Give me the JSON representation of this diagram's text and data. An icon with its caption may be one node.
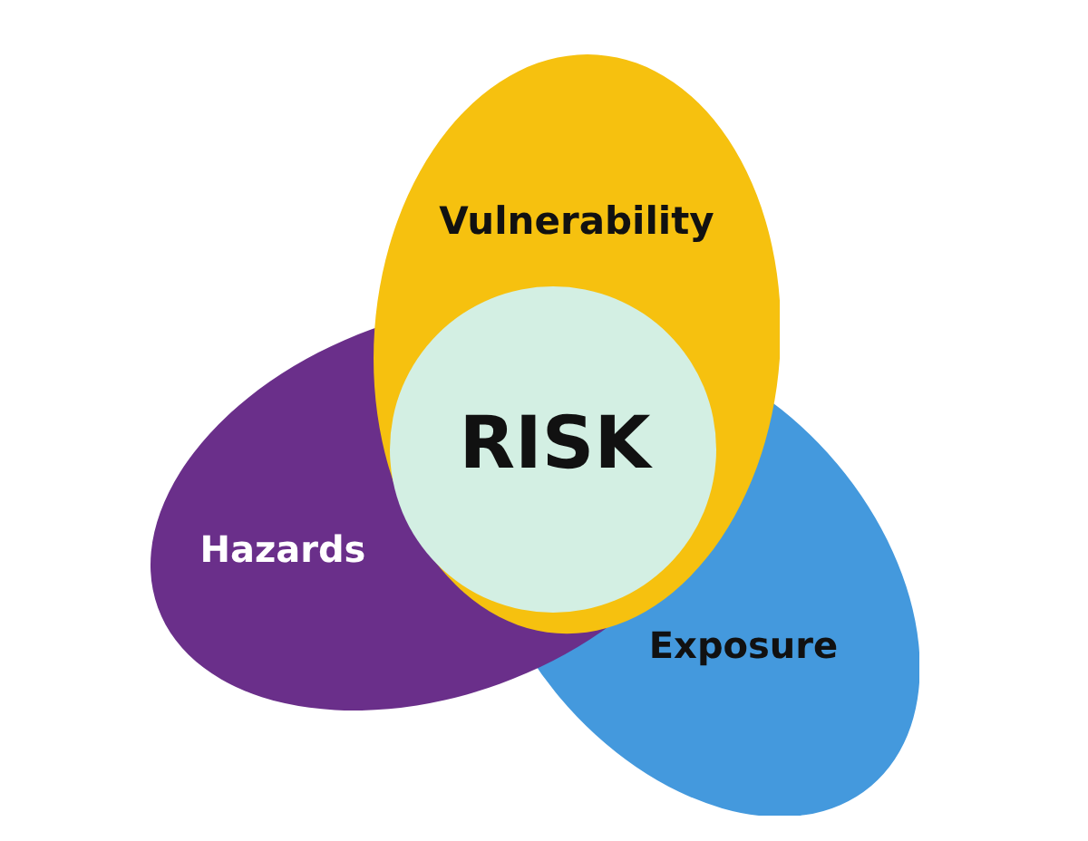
{
  "diagram": {
    "nodes": [
      {
        "text": [
          "Vulnerability"
        ]
      },
      {
        "text": [
          "Hazards"
        ]
      },
      {
        "text": [
          "Exposure"
        ]
      },
      {
        "text": [
          "RISK"
        ]
      }
    ]
  }
}
